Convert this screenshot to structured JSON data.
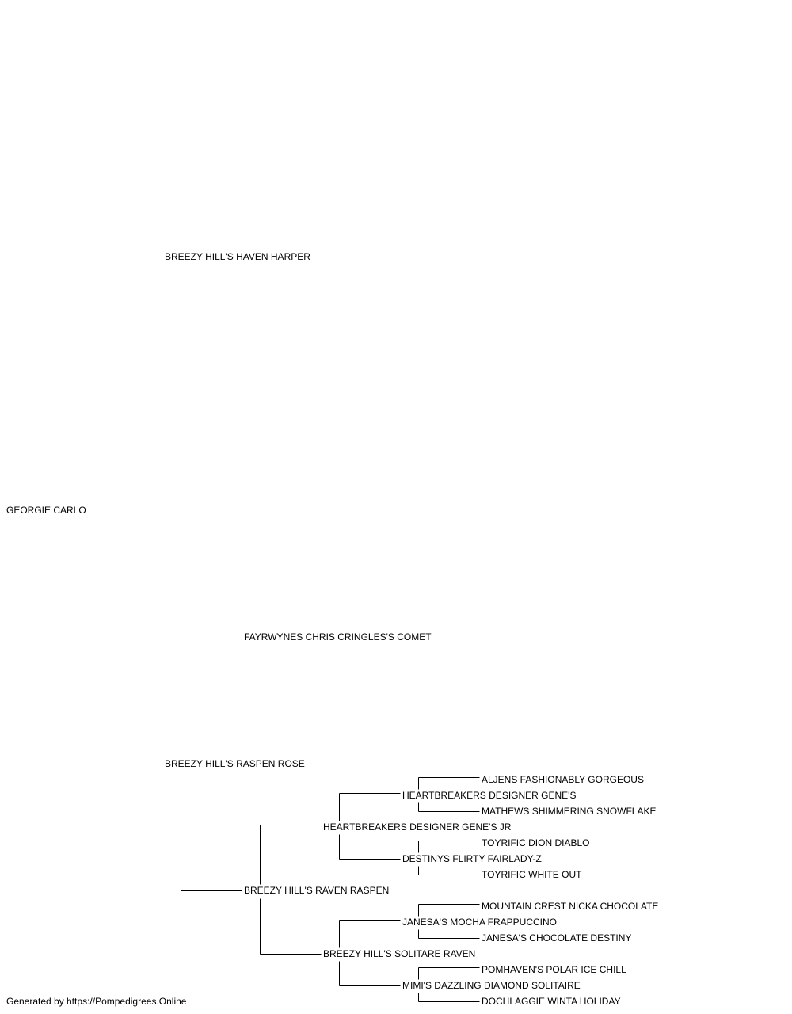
{
  "pedigree": {
    "subject": "GEORGIE CARLO",
    "sire": "BREEZY HILL'S HAVEN HARPER",
    "dam": "BREEZY HILL'S RASPEN ROSE",
    "dam_sire": "FAYRWYNES CHRIS CRINGLES'S COMET",
    "dam_dam": "BREEZY HILL'S RAVEN RASPEN",
    "dam_dam_sire": "HEARTBREAKERS DESIGNER GENE'S JR",
    "dam_dam_dam": "BREEZY HILL'S SOLITARE RAVEN",
    "ddss": "HEARTBREAKERS DESIGNER GENE'S",
    "ddsd": "DESTINYS FLIRTY FAIRLADY-Z",
    "ddds": "JANESA'S MOCHA FRAPPUCCINO",
    "dddd": "MIMI'S DAZZLING DIAMOND SOLITAIRE",
    "ddsss": "ALJENS FASHIONABLY GORGEOUS",
    "ddssd": "MATHEWS SHIMMERING SNOWFLAKE",
    "ddsds": "TOYRIFIC DION DIABLO",
    "ddsdd": "TOYRIFIC WHITE OUT",
    "dddss": "MOUNTAIN CREST NICKA CHOCOLATE",
    "dddsd": "JANESA'S CHOCOLATE DESTINY",
    "dddds": "POMHAVEN'S POLAR ICE CHILL",
    "ddddd": "DOCHLAGGIE WINTA HOLIDAY"
  },
  "footer": {
    "generated_by": "Generated by https://Pompedigrees.Online"
  }
}
